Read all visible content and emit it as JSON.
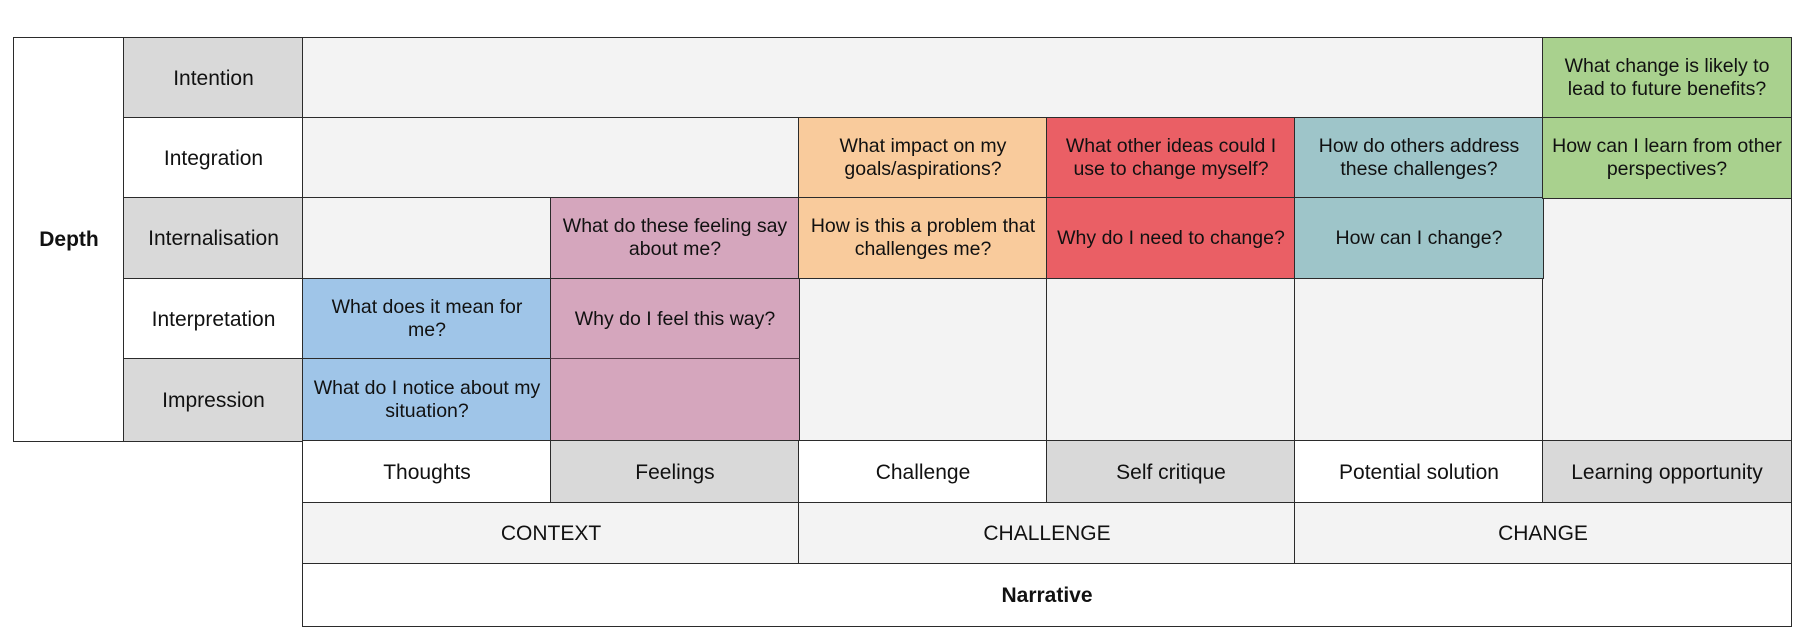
{
  "depth_label": "Depth",
  "narrative_label": "Narrative",
  "colors": {
    "header_grey": "#d9d9d9",
    "empty_grey": "#f3f3f3",
    "white": "#ffffff",
    "thoughts_blue": "#9fc5e8",
    "feelings_pink": "#d5a6bd",
    "challenge_orange": "#f9cb9c",
    "self_critique_red": "#ea5f65",
    "solution_teal": "#9ec5c9",
    "learning_green": "#a9d18e",
    "border": "#2b2b2b"
  },
  "rows": [
    {
      "key": "intention",
      "label": "Intention"
    },
    {
      "key": "integration",
      "label": "Integration"
    },
    {
      "key": "internalisation",
      "label": "Internalisation"
    },
    {
      "key": "interpretation",
      "label": "Interpretation"
    },
    {
      "key": "impression",
      "label": "Impression"
    }
  ],
  "columns": [
    {
      "key": "thoughts",
      "label": "Thoughts"
    },
    {
      "key": "feelings",
      "label": "Feelings"
    },
    {
      "key": "challenge",
      "label": "Challenge"
    },
    {
      "key": "self_critique",
      "label": "Self critique"
    },
    {
      "key": "potential_solution",
      "label": "Potential solution"
    },
    {
      "key": "learning_opportunity",
      "label": "Learning opportunity"
    }
  ],
  "groups": [
    {
      "key": "context",
      "label": "CONTEXT"
    },
    {
      "key": "challenge",
      "label": "CHALLENGE"
    },
    {
      "key": "change",
      "label": "CHANGE"
    }
  ],
  "questions": [
    {
      "key": "thoughts-interpretation",
      "text": "What does it mean for me?"
    },
    {
      "key": "thoughts-impression",
      "text": "What do I notice about my situation?"
    },
    {
      "key": "feelings-internalisation",
      "text": "What do these feeling say about me?"
    },
    {
      "key": "feelings-interpretation",
      "text": "Why do I feel this way?"
    },
    {
      "key": "challenge-integration",
      "text": "What impact on my goals/aspirations?"
    },
    {
      "key": "challenge-internalisation",
      "text": "How is this a problem that challenges me?"
    },
    {
      "key": "selfcritique-integration",
      "text": "What other ideas could I use to change myself?"
    },
    {
      "key": "selfcritique-internalisation",
      "text": "Why do I need to change?"
    },
    {
      "key": "solution-integration",
      "text": "How do others address these challenges?"
    },
    {
      "key": "solution-internalisation",
      "text": "How can I change?"
    },
    {
      "key": "learning-intention",
      "text": "What change is likely to lead to future benefits?"
    },
    {
      "key": "learning-integration",
      "text": "How can I learn from other perspectives?"
    }
  ]
}
